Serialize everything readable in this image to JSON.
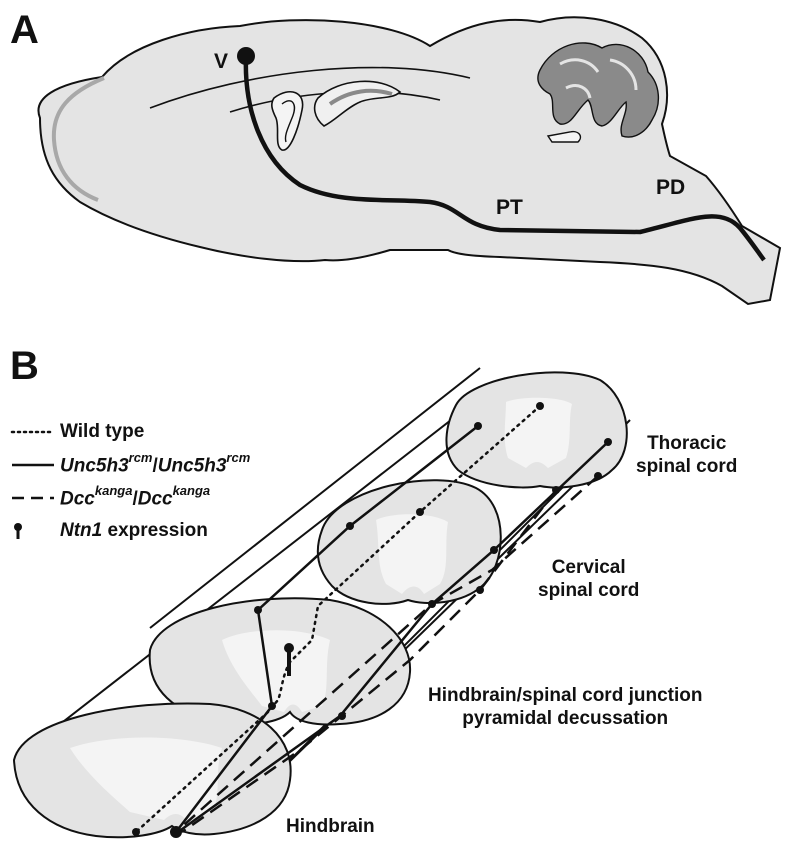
{
  "panel_a": {
    "letter": "A",
    "labels": {
      "v": "V",
      "pt": "PT",
      "pd": "PD"
    }
  },
  "panel_b": {
    "letter": "B",
    "legend": [
      {
        "key": "dotted",
        "text": "Wild type"
      },
      {
        "key": "solid",
        "gene": "Unc5h3",
        "allele": "rcm",
        "sep": "/",
        "gene2": "Unc5h3",
        "allele2": "rcm"
      },
      {
        "key": "dashed",
        "gene": "Dcc",
        "allele": "kanga",
        "sep": "/",
        "gene2": "Dcc",
        "allele2": "kanga"
      },
      {
        "key": "pin",
        "gene": "Ntn1",
        "text": " expression"
      }
    ],
    "regions": {
      "thoracic": [
        "Thoracic",
        "spinal cord"
      ],
      "cervical": [
        "Cervical",
        "spinal cord"
      ],
      "junction": [
        "Hindbrain/spinal cord junction",
        "pyramidal decussation"
      ],
      "hindbrain": "Hindbrain"
    }
  },
  "colors": {
    "tissue": "#e4e4e4",
    "grey_matter": "#f4f4f4",
    "cerebellum": "#8a8a8a",
    "ink": "#111111"
  }
}
